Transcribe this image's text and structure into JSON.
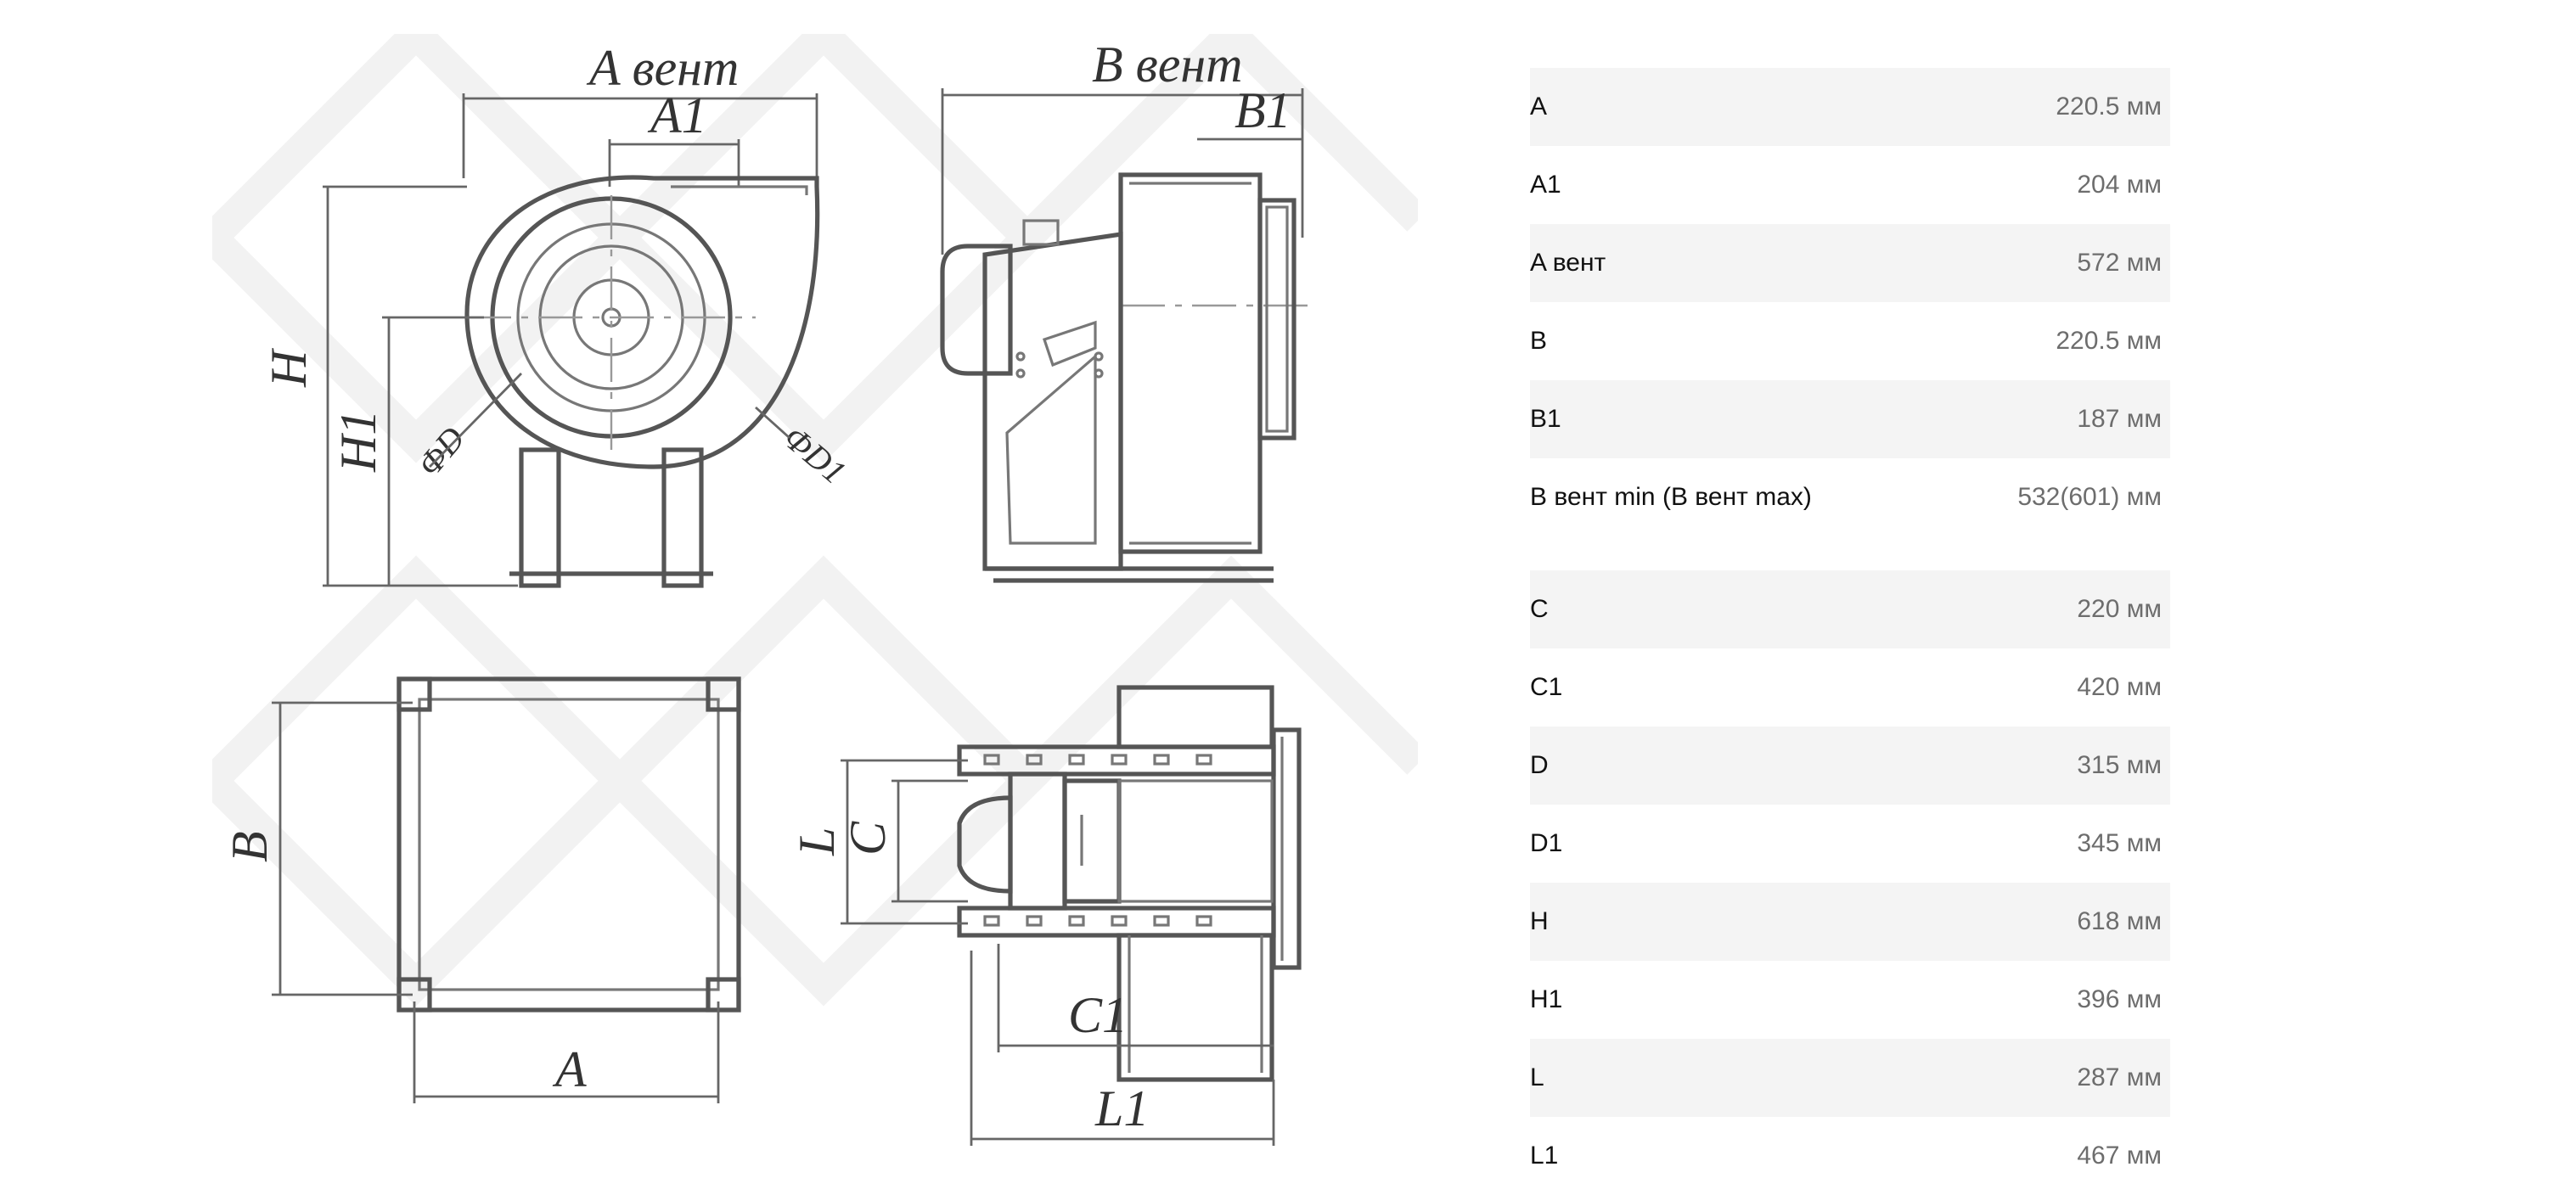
{
  "drawing": {
    "labels": {
      "a_vent": "A вент",
      "a1": "A1",
      "b_vent": "B вент",
      "b1": "B1",
      "h": "H",
      "h1": "H1",
      "d": "ФD",
      "d1": "ФD1",
      "b": "B",
      "a": "A",
      "l": "L",
      "c": "C",
      "c1": "C1",
      "l1": "L1"
    }
  },
  "specs": [
    {
      "name": "A",
      "value": "220.5 мм"
    },
    {
      "name": "A1",
      "value": "204 мм"
    },
    {
      "name": "A вент",
      "value": "572 мм"
    },
    {
      "name": "B",
      "value": "220.5 мм"
    },
    {
      "name": "B1",
      "value": "187 мм"
    },
    {
      "name": "B вент min (B вент max)",
      "value": "532(601) мм"
    },
    {
      "name": "C",
      "value": "220 мм"
    },
    {
      "name": "C1",
      "value": "420 мм"
    },
    {
      "name": "D",
      "value": "315 мм"
    },
    {
      "name": "D1",
      "value": "345 мм"
    },
    {
      "name": "H",
      "value": "618 мм"
    },
    {
      "name": "H1",
      "value": "396 мм"
    },
    {
      "name": "L",
      "value": "287 мм"
    },
    {
      "name": "L1",
      "value": "467 мм"
    }
  ]
}
